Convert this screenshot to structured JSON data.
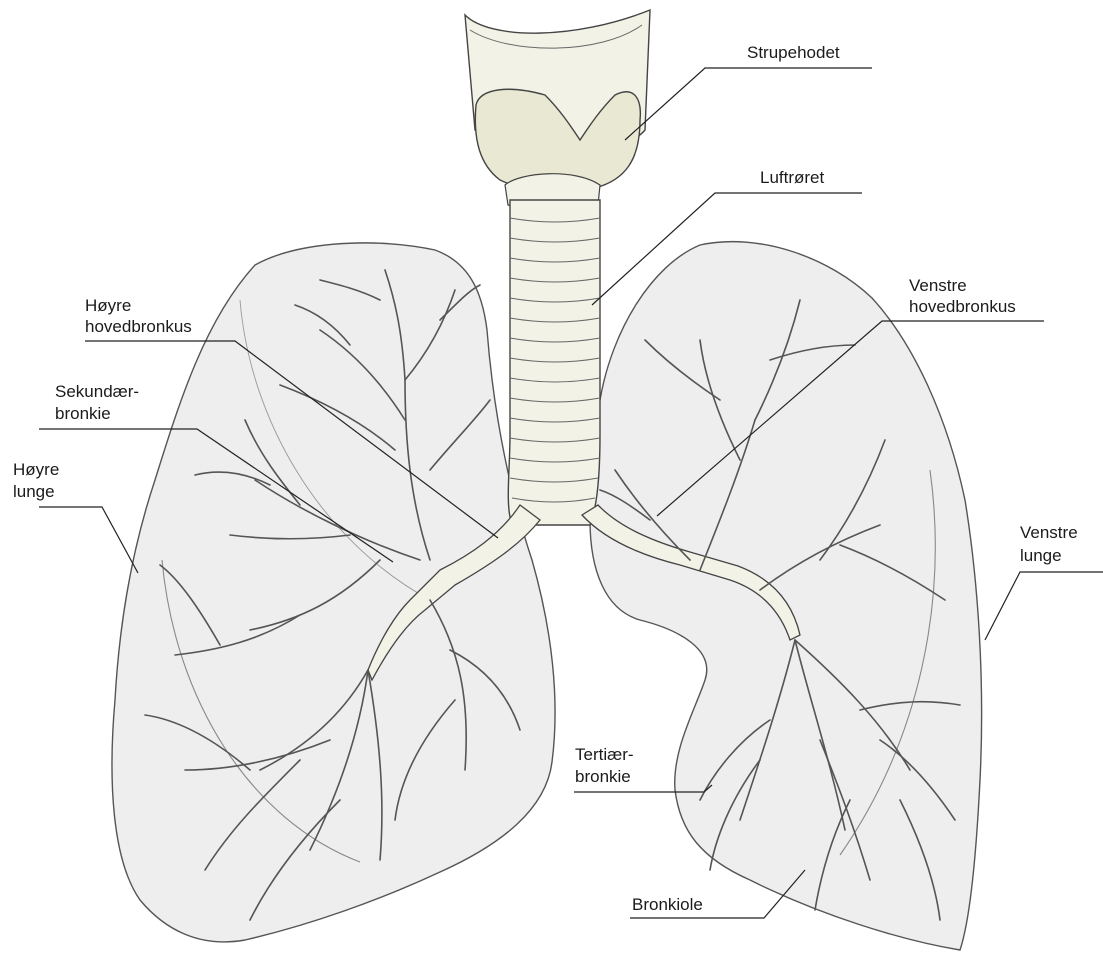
{
  "labels": {
    "strupehodet": "Strupehodet",
    "luftroret": "Luftrøret",
    "hoyre_hovedbronkus": [
      "Høyre",
      "hovedbronkus"
    ],
    "venstre_hovedbronkus": [
      "Venstre",
      "hovedbronkus"
    ],
    "sekundaerbronkie": [
      "Sekundær-",
      "bronkie"
    ],
    "hoyre_lunge": [
      "Høyre",
      "lunge"
    ],
    "venstre_lunge": [
      "Venstre",
      "lunge"
    ],
    "tertiaerbronkie": [
      "Tertiær-",
      "bronkie"
    ],
    "bronkiole": "Bronkiole"
  },
  "colors": {
    "lung_fill": "#eeeeee",
    "lung_stroke": "#555555",
    "airway_fill": "#f3f2e6",
    "cartilage_fill": "#e9e9d3",
    "ink": "#333333"
  }
}
